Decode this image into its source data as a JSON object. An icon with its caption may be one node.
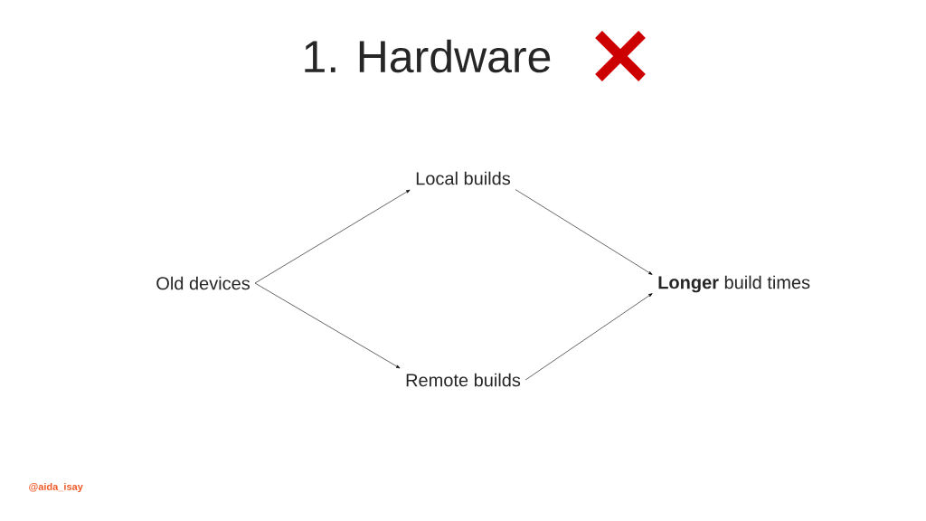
{
  "diagram": {
    "title": "1. Hardware",
    "nodes": [
      {
        "text": [
          "Old devices"
        ]
      },
      {
        "text": [
          "Local builds"
        ]
      },
      {
        "text": [
          "Remote builds"
        ]
      },
      {
        "text": [
          "**Longer** build times"
        ]
      }
    ],
    "edges": [
      {
        "from": 0,
        "to": 1,
        "arrow": "to"
      },
      {
        "from": 0,
        "to": 2,
        "arrow": "to"
      },
      {
        "from": 1,
        "to": 3,
        "arrow": "to"
      },
      {
        "from": 2,
        "to": 3,
        "arrow": "to"
      }
    ],
    "labels": [
      "@aida_isay"
    ]
  }
}
